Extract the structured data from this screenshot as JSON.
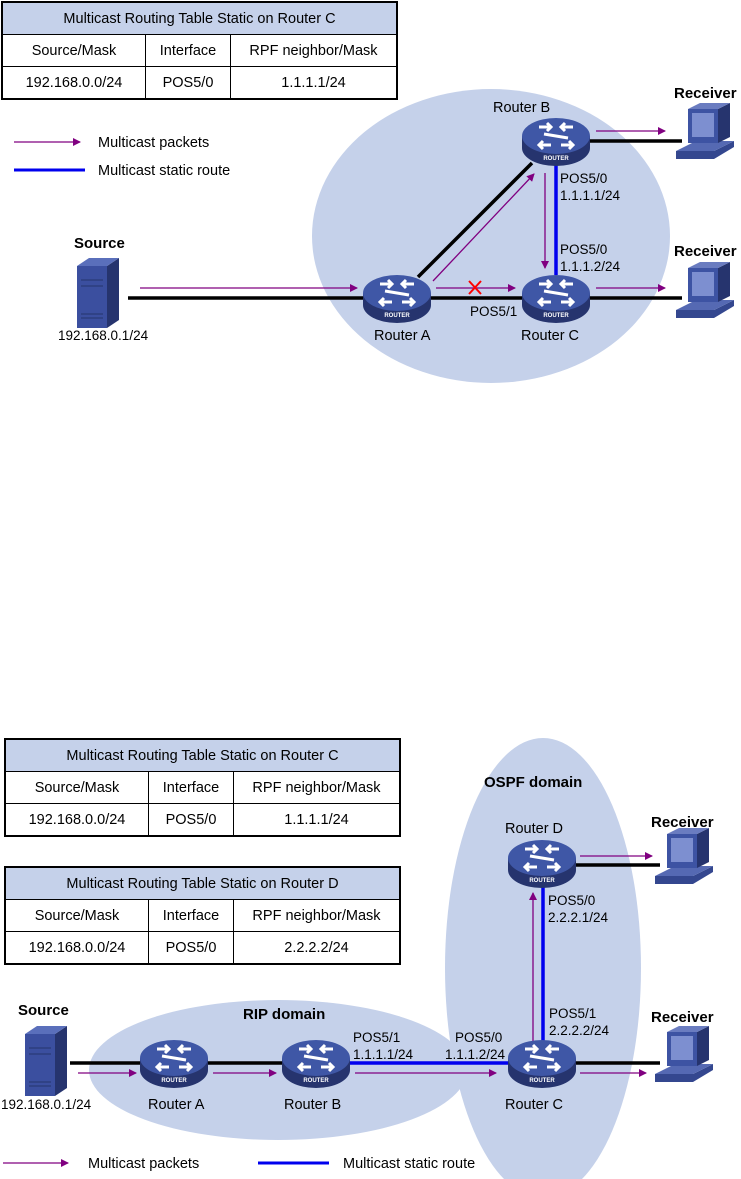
{
  "colors": {
    "domain_fill": "#c5d1ea",
    "multicast_packet": "#800080",
    "static_route": "#0000ee",
    "link": "#000000",
    "failure_mark": "#ff0000",
    "device": "#3a4f9a"
  },
  "legend": {
    "multicast_packets": "Multicast packets",
    "multicast_static_route": "Multicast static route"
  },
  "diagram1": {
    "table": {
      "title": "Multicast Routing Table Static on Router C",
      "headers": [
        "Source/Mask",
        "Interface",
        "RPF neighbor/Mask"
      ],
      "row": [
        "192.168.0.0/24",
        "POS5/0",
        "1.1.1.1/24"
      ]
    },
    "source": {
      "label": "Source",
      "ip": "192.168.0.1/24"
    },
    "routers": {
      "a": "Router A",
      "b": "Router B",
      "c": "Router C",
      "icon_text": "ROUTER"
    },
    "interfaces": {
      "b_pos": "POS5/0",
      "b_ip": "1.1.1.1/24",
      "c_pos": "POS5/0",
      "c_ip": "1.1.1.2/24",
      "c_pos51": "POS5/1"
    },
    "receivers": [
      "Receiver",
      "Receiver"
    ]
  },
  "diagram2": {
    "tables": [
      {
        "title": "Multicast Routing Table Static on Router C",
        "headers": [
          "Source/Mask",
          "Interface",
          "RPF neighbor/Mask"
        ],
        "row": [
          "192.168.0.0/24",
          "POS5/0",
          "1.1.1.1/24"
        ]
      },
      {
        "title": "Multicast Routing Table Static on Router D",
        "headers": [
          "Source/Mask",
          "Interface",
          "RPF neighbor/Mask"
        ],
        "row": [
          "192.168.0.0/24",
          "POS5/0",
          "2.2.2.2/24"
        ]
      }
    ],
    "domains": {
      "rip": "RIP domain",
      "ospf": "OSPF domain"
    },
    "source": {
      "label": "Source",
      "ip": "192.168.0.1/24"
    },
    "routers": {
      "a": "Router A",
      "b": "Router B",
      "c": "Router C",
      "d": "Router D",
      "icon_text": "ROUTER"
    },
    "interfaces": {
      "b_pos": "POS5/1",
      "b_ip": "1.1.1.1/24",
      "c_pos0": "POS5/0",
      "c_ip0": "1.1.1.2/24",
      "c_pos1": "POS5/1",
      "c_ip1": "2.2.2.2/24",
      "d_pos": "POS5/0",
      "d_ip": "2.2.2.1/24"
    },
    "receivers": [
      "Receiver",
      "Receiver"
    ]
  }
}
